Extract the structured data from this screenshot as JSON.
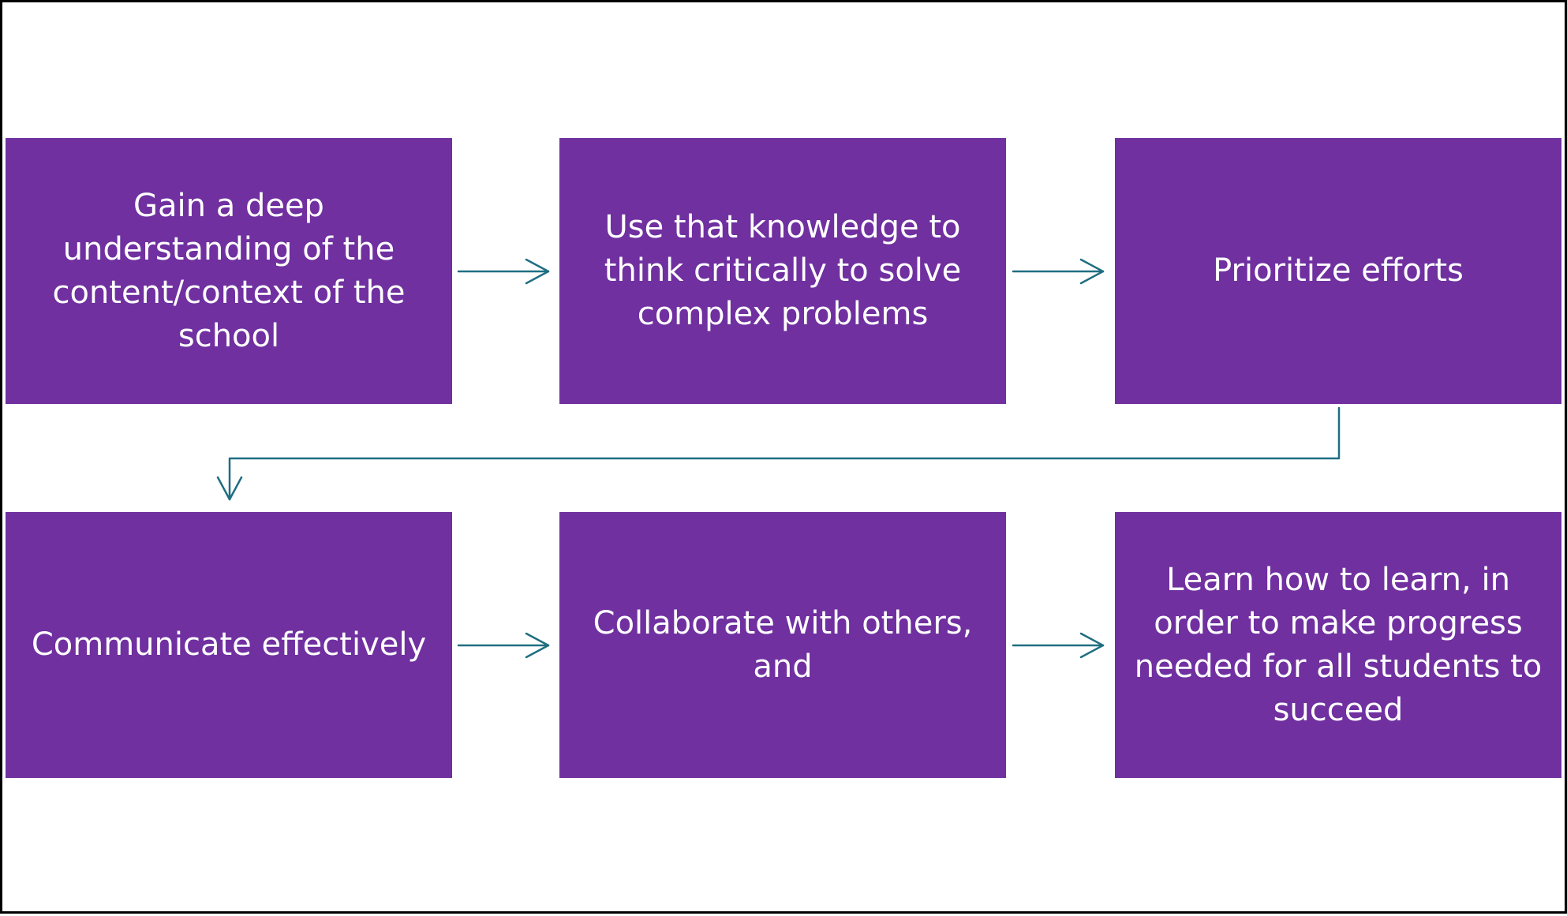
{
  "diagram": {
    "colors": {
      "box_fill": "#7030A0",
      "box_text": "#FFFFFF",
      "connector": "#1F6E82",
      "frame_border": "#000000",
      "background": "#FFFFFF"
    },
    "steps": [
      {
        "id": "step-1",
        "label": "Gain a deep understanding of the content/context of the school"
      },
      {
        "id": "step-2",
        "label": "Use that knowledge to think critically to solve complex problems"
      },
      {
        "id": "step-3",
        "label": "Prioritize efforts"
      },
      {
        "id": "step-4",
        "label": "Communicate effectively"
      },
      {
        "id": "step-5",
        "label": "Collaborate with others, and"
      },
      {
        "id": "step-6",
        "label": "Learn how to learn, in order to make progress needed for all students to succeed"
      }
    ],
    "connections": [
      {
        "from": "step-1",
        "to": "step-2"
      },
      {
        "from": "step-2",
        "to": "step-3"
      },
      {
        "from": "step-3",
        "to": "step-4"
      },
      {
        "from": "step-4",
        "to": "step-5"
      },
      {
        "from": "step-5",
        "to": "step-6"
      }
    ]
  }
}
